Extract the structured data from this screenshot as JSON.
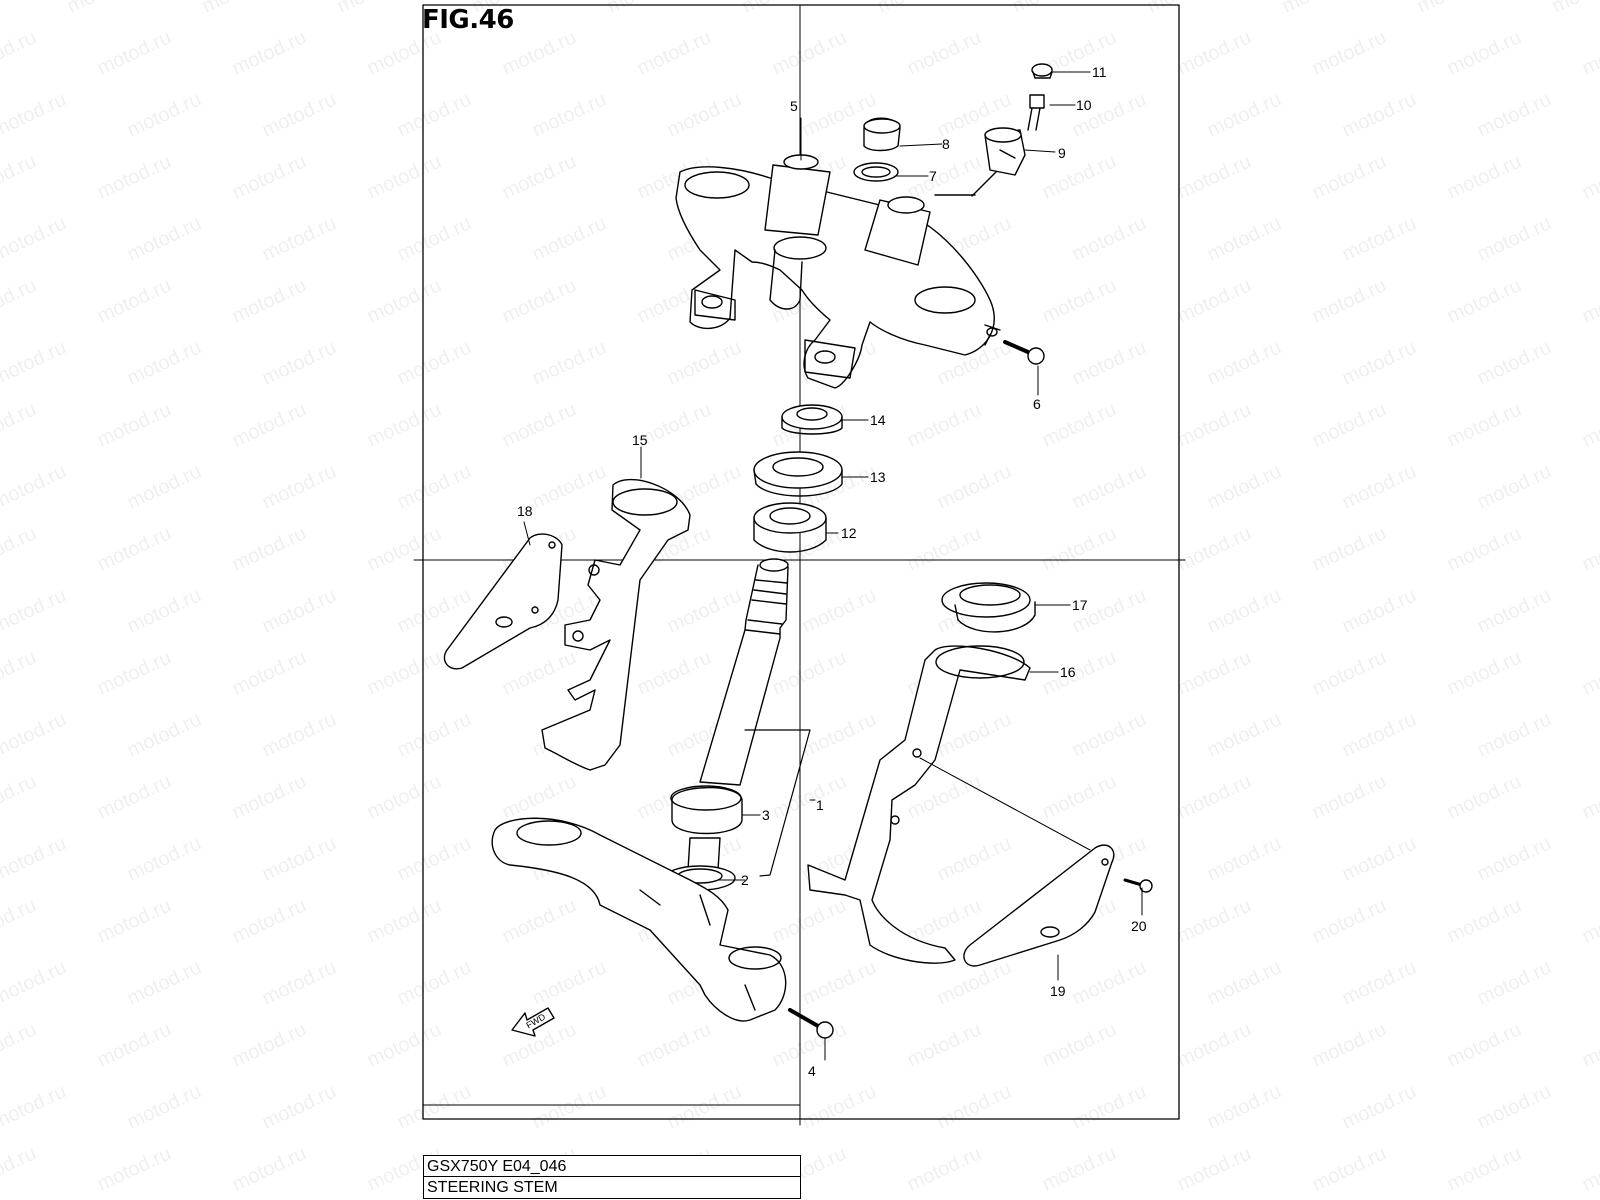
{
  "figure": {
    "title": "FIG.46",
    "model_code": "GSX750Y E04_046",
    "section_name": "STEERING STEM",
    "fwd_label": "FWD"
  },
  "watermark": {
    "text": "motod.ru"
  },
  "callouts": [
    {
      "id": "1",
      "label": "1"
    },
    {
      "id": "2",
      "label": "2"
    },
    {
      "id": "3",
      "label": "3"
    },
    {
      "id": "4",
      "label": "4"
    },
    {
      "id": "5",
      "label": "5"
    },
    {
      "id": "6",
      "label": "6"
    },
    {
      "id": "7",
      "label": "7"
    },
    {
      "id": "8",
      "label": "8"
    },
    {
      "id": "9",
      "label": "9"
    },
    {
      "id": "10",
      "label": "10"
    },
    {
      "id": "11",
      "label": "11"
    },
    {
      "id": "12",
      "label": "12"
    },
    {
      "id": "13",
      "label": "13"
    },
    {
      "id": "14",
      "label": "14"
    },
    {
      "id": "15",
      "label": "15"
    },
    {
      "id": "16",
      "label": "16"
    },
    {
      "id": "17",
      "label": "17"
    },
    {
      "id": "18",
      "label": "18"
    },
    {
      "id": "19",
      "label": "19"
    },
    {
      "id": "20",
      "label": "20"
    }
  ]
}
